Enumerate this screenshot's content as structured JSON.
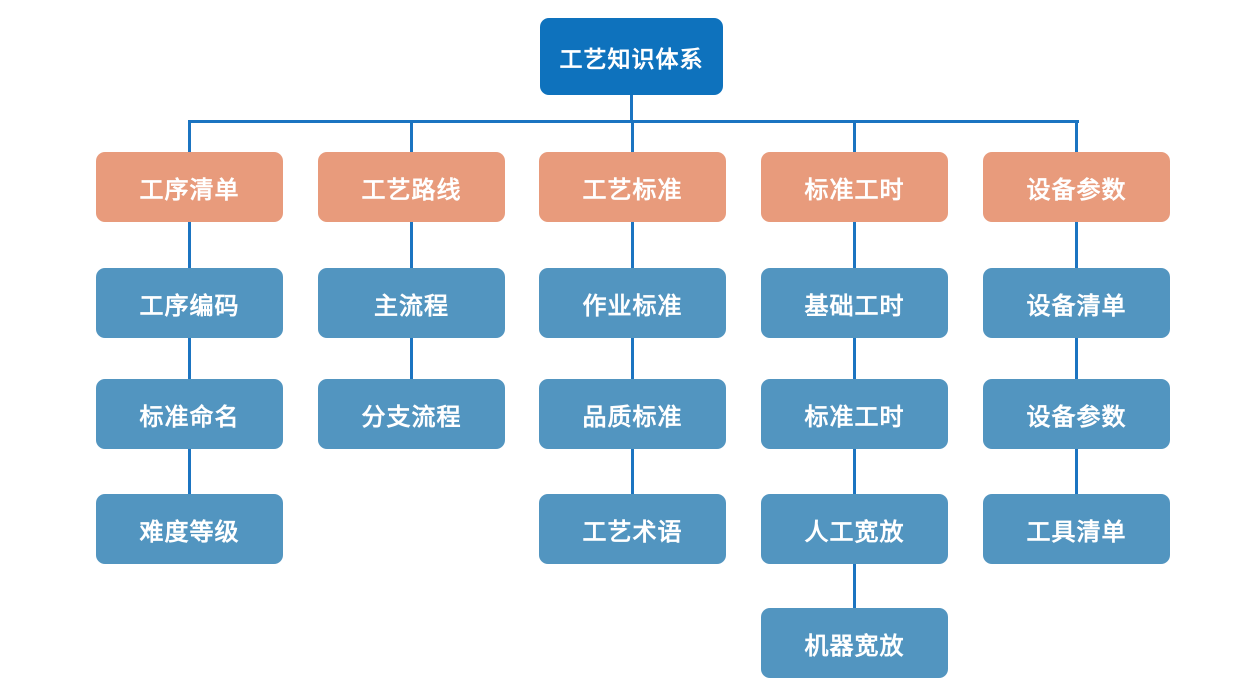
{
  "diagram": {
    "title": "工艺知识体系",
    "root": {
      "label": "工艺知识体系"
    },
    "branches": [
      {
        "label": "工序清单",
        "children": [
          "工序编码",
          "标准命名",
          "难度等级"
        ]
      },
      {
        "label": "工艺路线",
        "children": [
          "主流程",
          "分支流程"
        ]
      },
      {
        "label": "工艺标准",
        "children": [
          "作业标准",
          "品质标准",
          "工艺术语"
        ]
      },
      {
        "label": "标准工时",
        "children": [
          "基础工时",
          "标准工时",
          "人工宽放",
          "机器宽放"
        ]
      },
      {
        "label": "设备参数",
        "children": [
          "设备清单",
          "设备参数",
          "工具清单"
        ]
      }
    ],
    "colors": {
      "root_bg": "#0e72bd",
      "branch_bg": "#e89b7c",
      "child_bg": "#5295c0",
      "connector": "#1b74c1",
      "text": "#ffffff",
      "background": "#ffffff"
    }
  }
}
